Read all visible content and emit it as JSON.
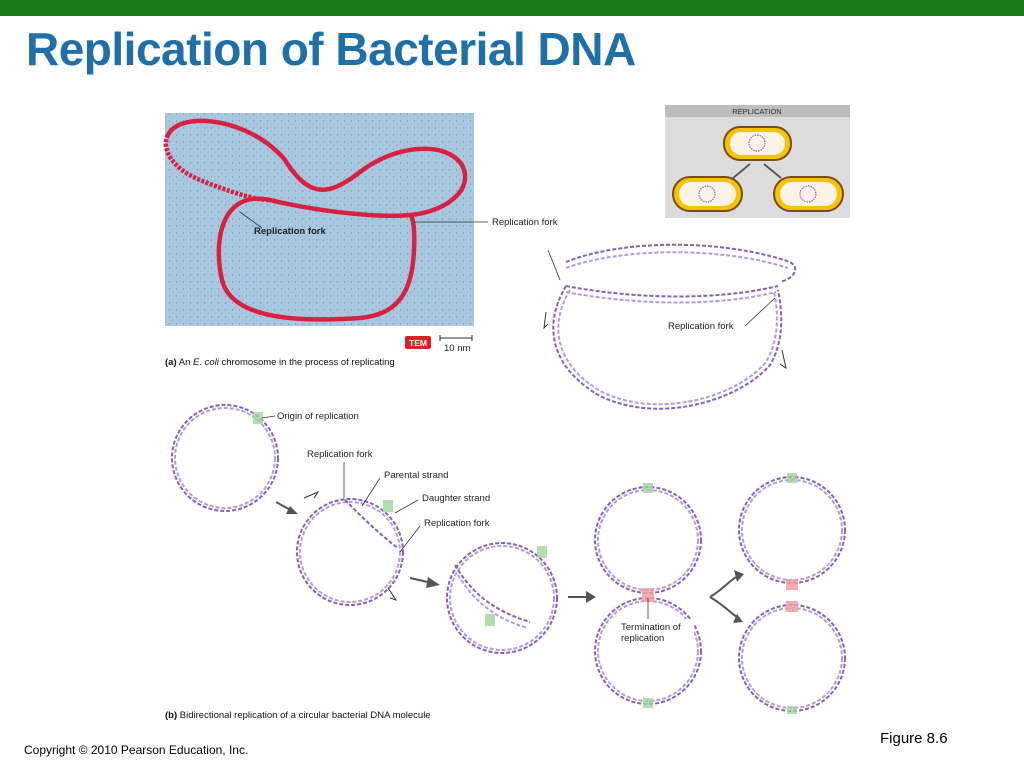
{
  "slide": {
    "title": "Replication of Bacterial DNA",
    "copyright": "Copyright © 2010 Pearson Education, Inc.",
    "figure_ref": "Figure 8.6"
  },
  "panel_a": {
    "fork_label_left": "Replication fork",
    "fork_label_right": "Replication fork",
    "fork_label_model": "Replication fork",
    "tem_badge": "TEM",
    "scale_bar": "10 nm",
    "caption_prefix": "(a)",
    "caption_pre": " An ",
    "caption_italic": "E. coli",
    "caption_post": " chromosome in the process of replicating"
  },
  "inset": {
    "header": "REPLICATION"
  },
  "panel_b": {
    "origin": "Origin of replication",
    "fork1": "Replication fork",
    "parental": "Parental strand",
    "daughter": "Daughter strand",
    "fork2": "Replication fork",
    "termination_line1": "Termination of",
    "termination_line2": "replication",
    "caption_prefix": "(b)",
    "caption_text": " Bidirectional replication of a circular bacterial DNA molecule"
  },
  "colors": {
    "title": "#1f6fa8",
    "top_bar": "#1a7a1a",
    "dna_strand": "#8a5cc0",
    "micrograph_bg": "#a9c8e0",
    "micrograph_dna": "#d9203f",
    "origin_mark": "#9ed69a",
    "termination_mark": "#f0a0a0",
    "tem_badge": "#e02020"
  }
}
